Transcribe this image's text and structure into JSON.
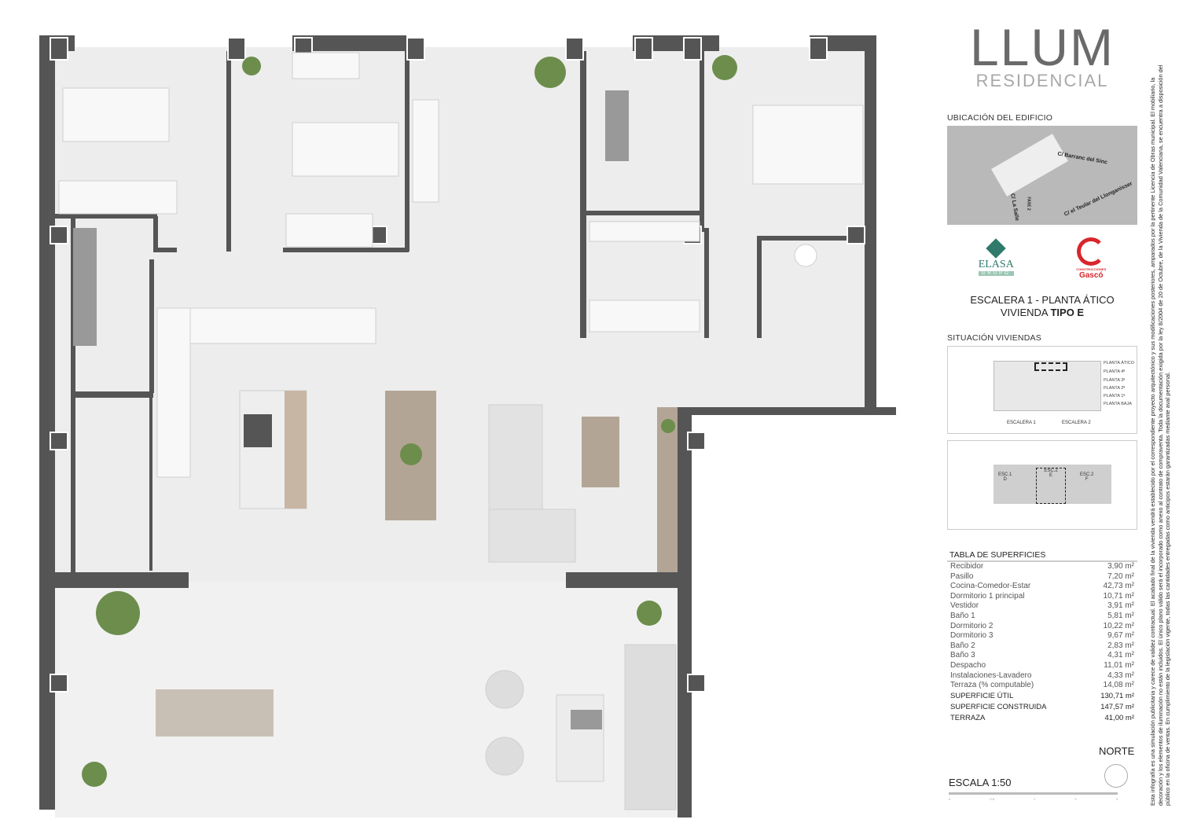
{
  "brand": {
    "name": "LLUM",
    "sub": "RESIDENCIAL"
  },
  "location": {
    "heading": "UBICACIÓN DEL EDIFICIO",
    "streets": [
      "C/ Barranc del Sinc",
      "C/ el Teular del Llonganisser",
      "C/ La Salle",
      "FASE 2"
    ]
  },
  "partners": {
    "elasa": "ELASA",
    "elasa_sub": "GRUPO",
    "gasco": "Gascó",
    "gasco_sub": "CONSTRUCCIONES"
  },
  "unit": {
    "line1": "ESCALERA 1 - PLANTA ÁTICO",
    "line2_prefix": "VIVIENDA ",
    "line2_bold": "TIPO E"
  },
  "situation": {
    "heading": "SITUACIÓN VIVIENDAS",
    "floors": [
      "PLANTA ÁTICO",
      "PLANTA 4ª",
      "PLANTA 3ª",
      "PLANTA 2ª",
      "PLANTA 1ª",
      "PLANTA BAJA"
    ],
    "stairs": [
      "ESCALERA 1",
      "ESCALERA 2"
    ],
    "blocks": [
      {
        "a": "ESC.1",
        "b": "D"
      },
      {
        "a": "ESC.2",
        "b": "E"
      },
      {
        "a": "ESC.2",
        "b": "F"
      }
    ]
  },
  "surfaces": {
    "heading": "TABLA DE SUPERFICIES",
    "rows": [
      {
        "name": "Recibidor",
        "value": "3,90 m²"
      },
      {
        "name": "Pasillo",
        "value": "7,20 m²"
      },
      {
        "name": "Cocina-Comedor-Estar",
        "value": "42,73 m²"
      },
      {
        "name": "Dormitorio 1 principal",
        "value": "10,71 m²"
      },
      {
        "name": "Vestidor",
        "value": "3,91 m²"
      },
      {
        "name": "Baño 1",
        "value": "5,81 m²"
      },
      {
        "name": "Dormitorio 2",
        "value": "10,22 m²"
      },
      {
        "name": "Dormitorio 3",
        "value": "9,67 m²"
      },
      {
        "name": "Baño 2",
        "value": "2,83 m²"
      },
      {
        "name": "Baño 3",
        "value": "4,31 m²"
      },
      {
        "name": "Despacho",
        "value": "11,01 m²"
      },
      {
        "name": "Instalaciones-Lavadero",
        "value": "4,33 m²"
      },
      {
        "name": "Terraza (% computable)",
        "value": "14,08 m²"
      }
    ],
    "totals": [
      {
        "name": "SUPERFICIE ÚTIL",
        "value": "130,71 m²"
      },
      {
        "name": "SUPERFICIE CONSTRUIDA",
        "value": "147,57 m²"
      },
      {
        "name": "TERRAZA",
        "value": "41,00 m²"
      }
    ]
  },
  "north": "NORTE",
  "scale": {
    "label": "ESCALA 1:50",
    "ticks": [
      "0",
      "0.5",
      "1",
      "2",
      "3"
    ]
  },
  "disclaimer": "Esta infografía es una simulación publicitaria y carece de validez contractual. El acabado final de la vivienda vendrá establecido por el correspondiente proyecto arquitectónico y sus modificaciones posteriores, amparados por la pertinente Licencia de Obras municipal. El mobiliario, la decoración y los elementos de iluminación no están incluidos. El único plano válido será el incorporado como anexo al contrato de compraventa. Toda la documentación exigida por la ley 8/2004 de 20 de Octubre, de la Vivienda de la Comunidad Valenciana, se encuentra a disposición del público en la oficina de ventas. En cumplimiento de la legislación vigente, todas las cantidades entregadas como anticipos estarán garantizadas mediante aval personal."
}
